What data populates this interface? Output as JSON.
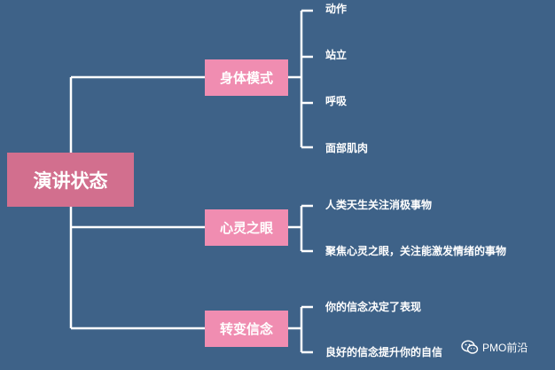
{
  "mindmap": {
    "root": "演讲状态",
    "branches": [
      {
        "label": "身体模式",
        "leaves": [
          "动作",
          "站立",
          "呼吸",
          "面部肌肉"
        ]
      },
      {
        "label": "心灵之眼",
        "leaves": [
          "人类天生关注消极事物",
          "聚焦心灵之眼，关注能激发情绪的事物"
        ]
      },
      {
        "label": "转变信念",
        "leaves": [
          "你的信念决定了表现",
          "良好的信念提升你的自信"
        ]
      }
    ]
  },
  "watermark": {
    "text": "PMO前沿",
    "icon": "wechat-icon"
  },
  "colors": {
    "background": "#3e6288",
    "root": "#d26f8e",
    "branch": "#f08db1",
    "line": "#ffffff"
  }
}
